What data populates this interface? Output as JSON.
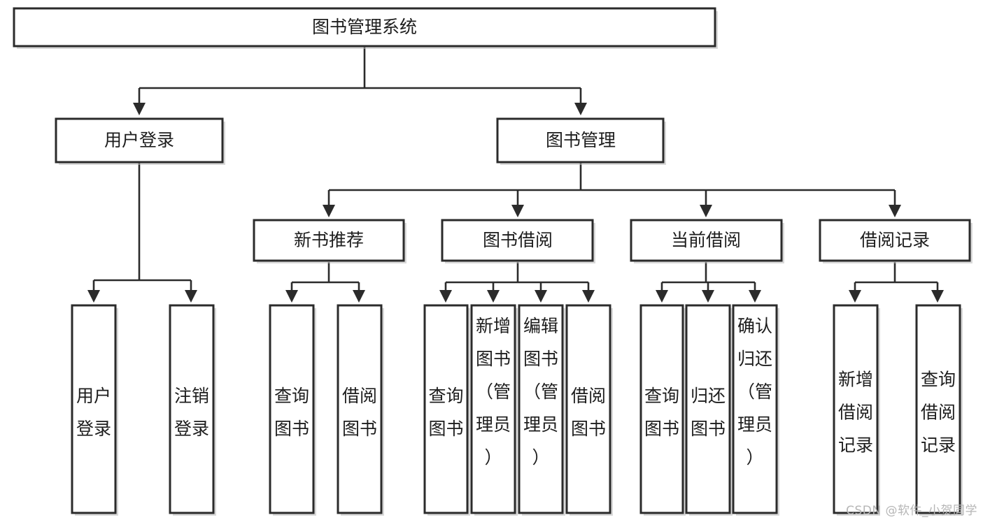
{
  "diagram": {
    "title": "图书管理系统",
    "type": "hierarchy-tree",
    "colors": {
      "box_stroke": "#2b2b2b",
      "box_fill": "#ffffff",
      "text": "#1d1d1d",
      "shadow": "#b9b9b9",
      "watermark": "#b6b6b6",
      "background": "#ffffff"
    },
    "root": {
      "label": "图书管理系统"
    },
    "level2": [
      {
        "label": "用户登录"
      },
      {
        "label": "图书管理"
      }
    ],
    "level3": [
      {
        "label": "新书推荐"
      },
      {
        "label": "图书借阅"
      },
      {
        "label": "当前借阅"
      },
      {
        "label": "借阅记录"
      }
    ],
    "leaves": [
      {
        "label": "用户登录",
        "lines": [
          "用户",
          "登录"
        ],
        "parent": "用户登录"
      },
      {
        "label": "注销登录",
        "lines": [
          "注销",
          "登录"
        ],
        "parent": "用户登录"
      },
      {
        "label": "查询图书",
        "lines": [
          "查询",
          "图书"
        ],
        "parent": "新书推荐"
      },
      {
        "label": "借阅图书",
        "lines": [
          "借阅",
          "图书"
        ],
        "parent": "新书推荐"
      },
      {
        "label": "查询图书",
        "lines": [
          "查询",
          "图书"
        ],
        "parent": "图书借阅"
      },
      {
        "label": "新增图书（管理员）",
        "lines": [
          "新增",
          "图书",
          "（管",
          "理员",
          "）"
        ],
        "parent": "图书借阅"
      },
      {
        "label": "编辑图书（管理员）",
        "lines": [
          "编辑",
          "图书",
          "（管",
          "理员",
          "）"
        ],
        "parent": "图书借阅"
      },
      {
        "label": "借阅图书",
        "lines": [
          "借阅",
          "图书"
        ],
        "parent": "图书借阅"
      },
      {
        "label": "查询图书",
        "lines": [
          "查询",
          "图书"
        ],
        "parent": "当前借阅"
      },
      {
        "label": "归还图书",
        "lines": [
          "归还",
          "图书"
        ],
        "parent": "当前借阅"
      },
      {
        "label": "确认归还（管理员）",
        "lines": [
          "确认",
          "归还",
          "（管",
          "理员",
          "）"
        ],
        "parent": "当前借阅"
      },
      {
        "label": "新增借阅记录",
        "lines": [
          "新增",
          "借阅",
          "记录"
        ],
        "parent": "借阅记录"
      },
      {
        "label": "查询借阅记录",
        "lines": [
          "查询",
          "借阅",
          "记录"
        ],
        "parent": "借阅记录"
      }
    ],
    "watermark": "CSDN @软件_小贺同学"
  }
}
